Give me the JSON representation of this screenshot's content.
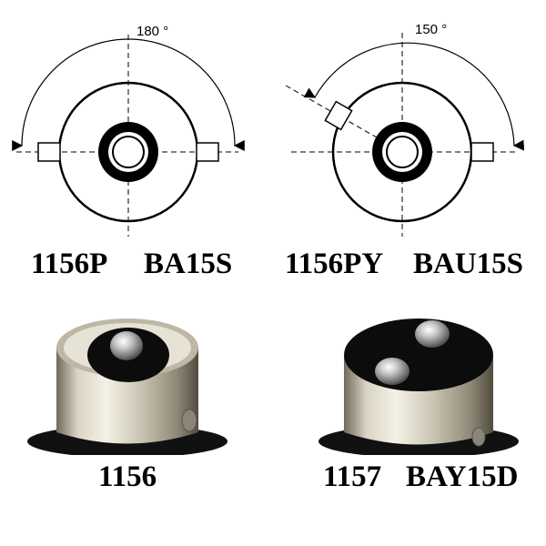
{
  "diagrams": {
    "left": {
      "angle_label": "180 °",
      "model": "1156P",
      "base": "BA15S"
    },
    "right": {
      "angle_label": "150 °",
      "model": "1156PY",
      "base": "BAU15S"
    }
  },
  "photos": {
    "left": {
      "model": "1156"
    },
    "right": {
      "model": "1157",
      "base": "BAY15D"
    }
  }
}
